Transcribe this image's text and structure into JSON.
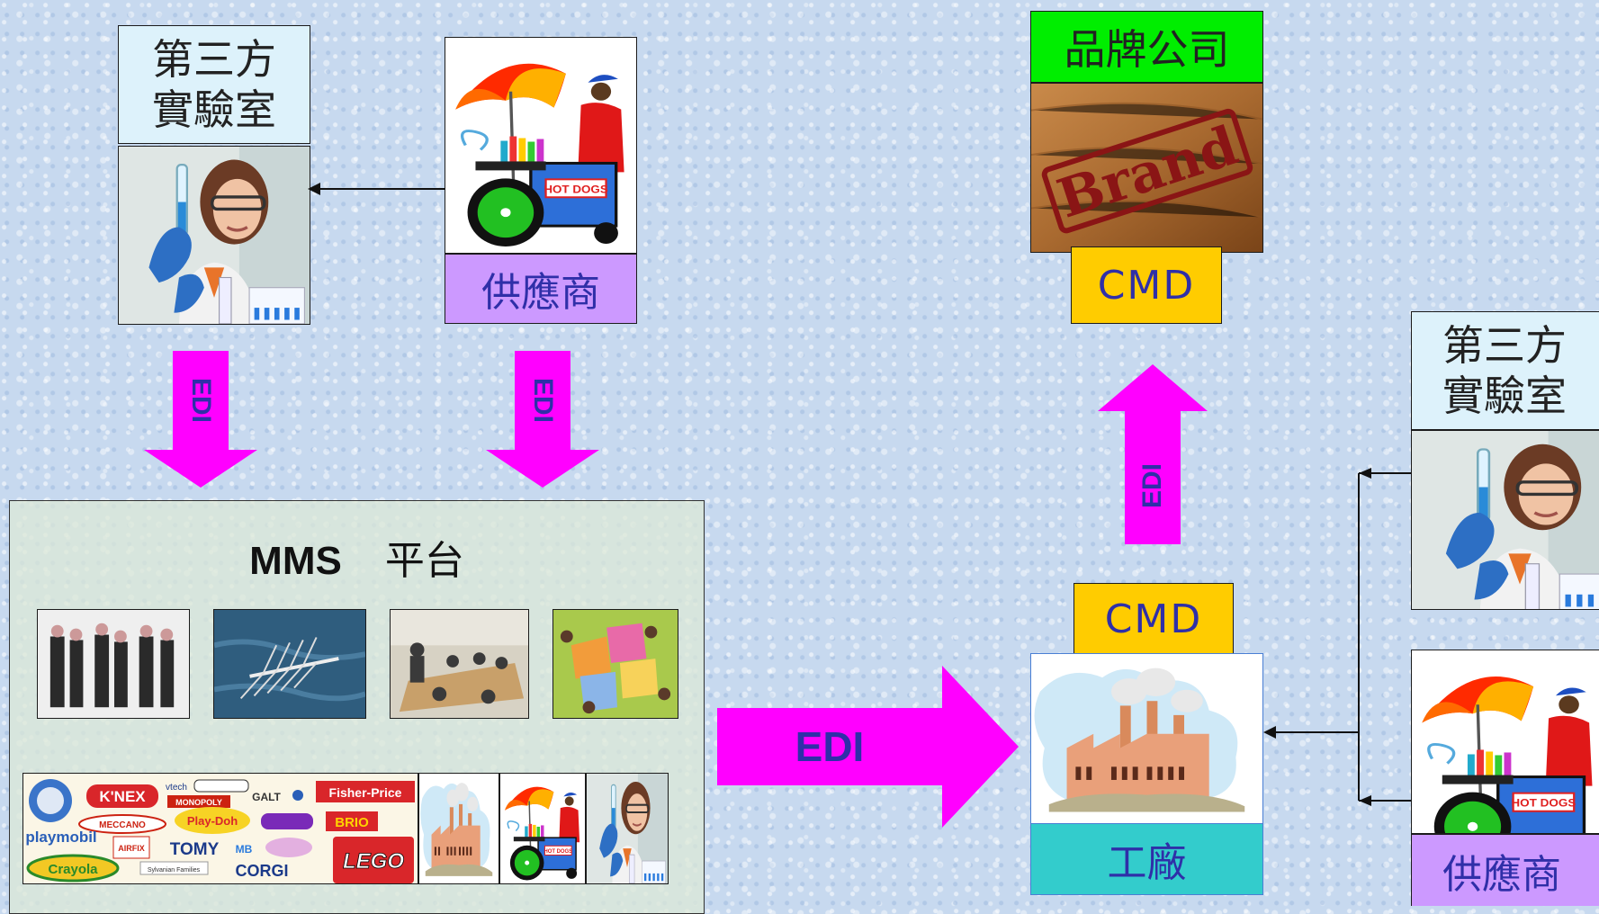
{
  "left_top": {
    "lab_label_line1": "第三方",
    "lab_label_line2": "實驗室",
    "supplier_label": "供應商",
    "edi_left": "EDI",
    "edi_right": "EDI"
  },
  "platform": {
    "title_bold": "MMS",
    "title_rest": "平台"
  },
  "big_arrow_label": "EDI",
  "brand": {
    "label": "品牌公司",
    "image_text": "Brand",
    "cmd": "CMD"
  },
  "up_arrow_label": "EDI",
  "factory": {
    "cmd": "CMD",
    "label": "工廠"
  },
  "right": {
    "lab_label_line1": "第三方",
    "lab_label_line2": "實驗室",
    "supplier_label": "供應商"
  },
  "toy_logos": [
    "K'NEX",
    "vtech",
    "MONOPOLY",
    "GALT",
    "Fisher-Price",
    "MECCANO",
    "Play-Doh",
    "BRIO",
    "playmobil",
    "AIRFIX",
    "TOMY",
    "MB",
    "Crayola",
    "CORGI",
    "LEGO",
    "Sylvanian Families"
  ],
  "hotdog_sign": "HOT DOGS",
  "colors": {
    "magenta_arrow": "#ff00ff",
    "edi_text": "#2f2fa8",
    "brand_green": "#00ee00",
    "cmd_yellow": "#ffcc00",
    "supplier_purple": "#cc99ff",
    "factory_teal": "#33cccc",
    "lab_label_bg": "#ddf2fb"
  }
}
